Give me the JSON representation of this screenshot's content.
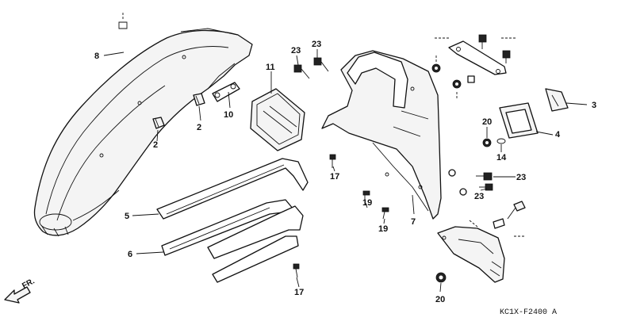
{
  "diagram": {
    "callouts": [
      "2",
      "2",
      "3",
      "4",
      "5",
      "6",
      "7",
      "8",
      "10",
      "11",
      "14",
      "17",
      "17",
      "19",
      "19",
      "20",
      "20",
      "23",
      "23",
      "23"
    ],
    "labels": {
      "c8": "8",
      "c2a": "2",
      "c2b": "2",
      "c10": "10",
      "c11": "11",
      "c23a": "23",
      "c23b": "23",
      "c5": "5",
      "c6": "6",
      "c17a": "17",
      "c17b": "17",
      "c19a": "19",
      "c19b": "19",
      "c7": "7",
      "c20a": "20",
      "c20b": "20",
      "c14": "14",
      "c4": "4",
      "c3": "3",
      "c23c": "23",
      "c23d": "23"
    },
    "direction_marker": "FR.",
    "part_code": "KC1X-F2400 A"
  }
}
